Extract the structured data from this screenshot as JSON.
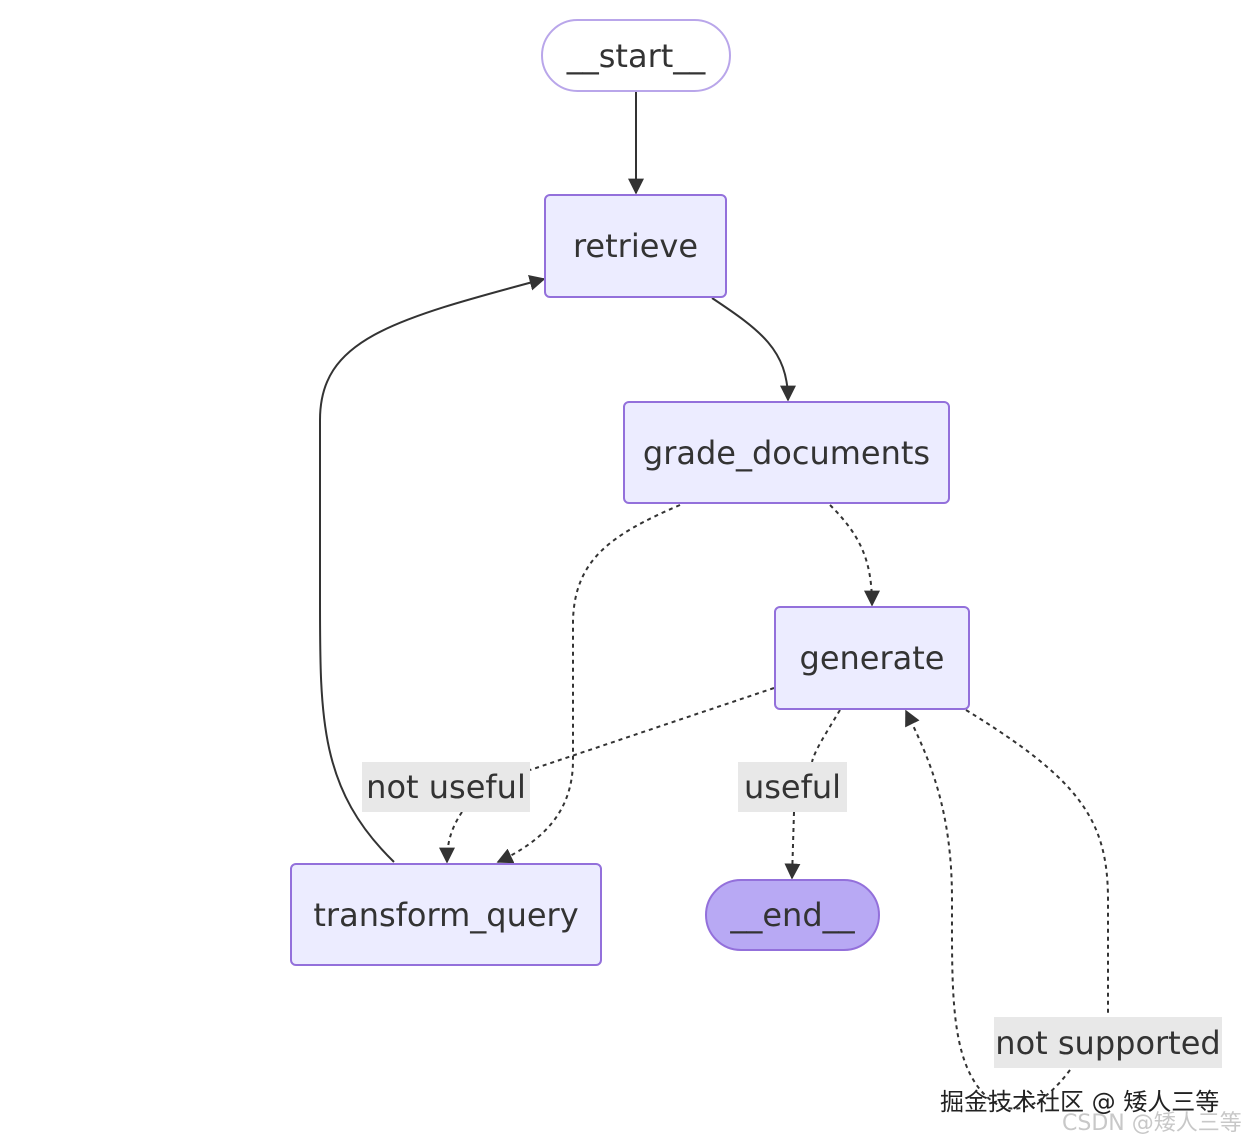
{
  "nodes": {
    "start": "__start__",
    "retrieve": "retrieve",
    "grade_documents": "grade_documents",
    "generate": "generate",
    "transform_query": "transform_query",
    "end": "__end__"
  },
  "edge_labels": {
    "not_useful": "not useful",
    "useful": "useful",
    "not_supported": "not supported"
  },
  "watermarks": {
    "primary": "掘金技术社区 @ 矮人三等",
    "secondary": "CSDN @矮人三等"
  },
  "colors": {
    "node_fill": "#ececff",
    "node_border": "#9370db",
    "end_fill": "#b8a9f4",
    "edge": "#333333",
    "label_bg": "#e8e8e8"
  }
}
